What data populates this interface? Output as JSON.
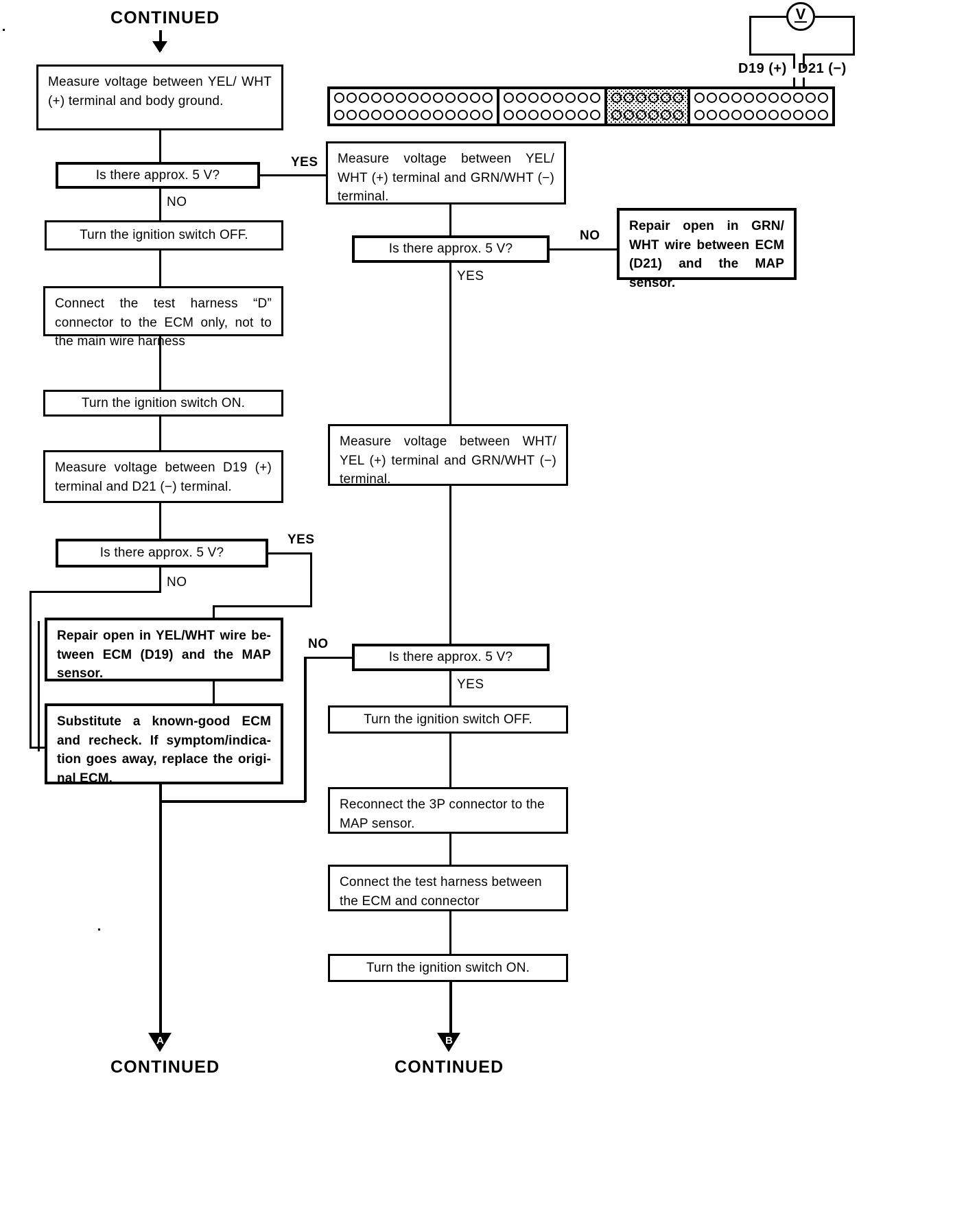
{
  "document": {
    "type": "troubleshooting-flowchart",
    "top_heading": "CONTINUED",
    "bottom_heading_left": "CONTINUED",
    "bottom_heading_right": "CONTINUED"
  },
  "left_column": {
    "step1": "Measure voltage between YEL/ WHT (+) terminal and body ground.",
    "decision1": "Is there approx. 5 V?",
    "decision1_yes": "YES",
    "decision1_no": "NO",
    "step2": "Turn the ignition switch OFF.",
    "step3": "Connect the test harness “D” connector to the ECM only, not to the main wire harness",
    "step4": "Turn the ignition switch ON.",
    "step5": "Measure voltage between D19 (+) terminal and D21 (−) terminal.",
    "decision2": "Is there approx. 5 V?",
    "decision2_yes": "YES",
    "decision2_no": "NO",
    "repair_yel_wht": "Repair open in YEL/WHT wire be-tween ECM (D19) and the MAP sensor.",
    "substitute_ecm": "Substitute a known-good ECM and recheck. If symptom/indica-tion goes away, replace the origi-nal ECM."
  },
  "right_column": {
    "step1": "Measure voltage between YEL/ WHT (+) terminal and GRN/WHT (−) terminal.",
    "decision1": "Is there approx. 5 V?",
    "decision1_no": "NO",
    "decision1_yes": "YES",
    "repair_grn_wht": "Repair open in GRN/ WHT wire between ECM (D21) and the MAP sensor.",
    "step2": "Measure voltage between WHT/ YEL (+) terminal and GRN/WHT (−) terminal.",
    "decision2": "Is there approx. 5 V?",
    "decision2_no": "NO",
    "decision2_yes": "YES",
    "step3": "Turn the ignition switch OFF.",
    "step4": "Reconnect the 3P connector to the MAP sensor.",
    "step5": "Connect the test harness between the ECM and connector",
    "step6": "Turn the ignition switch ON."
  },
  "connector_diagram": {
    "voltmeter_label": "V",
    "probe_positive_label": "D19 (+)",
    "probe_negative_label": "D21 (−)",
    "segments": [
      {
        "name": "segment-1",
        "pins_per_row": 13,
        "rows": 2,
        "shaded": false
      },
      {
        "name": "segment-2",
        "pins_per_row": 8,
        "rows": 2,
        "shaded": false
      },
      {
        "name": "segment-3",
        "pins_per_row": 6,
        "rows": 2,
        "shaded": true
      },
      {
        "name": "segment-4",
        "pins_per_row": 11,
        "rows": 2,
        "shaded": false
      }
    ]
  },
  "markers": {
    "marker_a": "A",
    "marker_b": "B"
  },
  "colors": {
    "ink": "#000000",
    "paper": "#ffffff"
  }
}
